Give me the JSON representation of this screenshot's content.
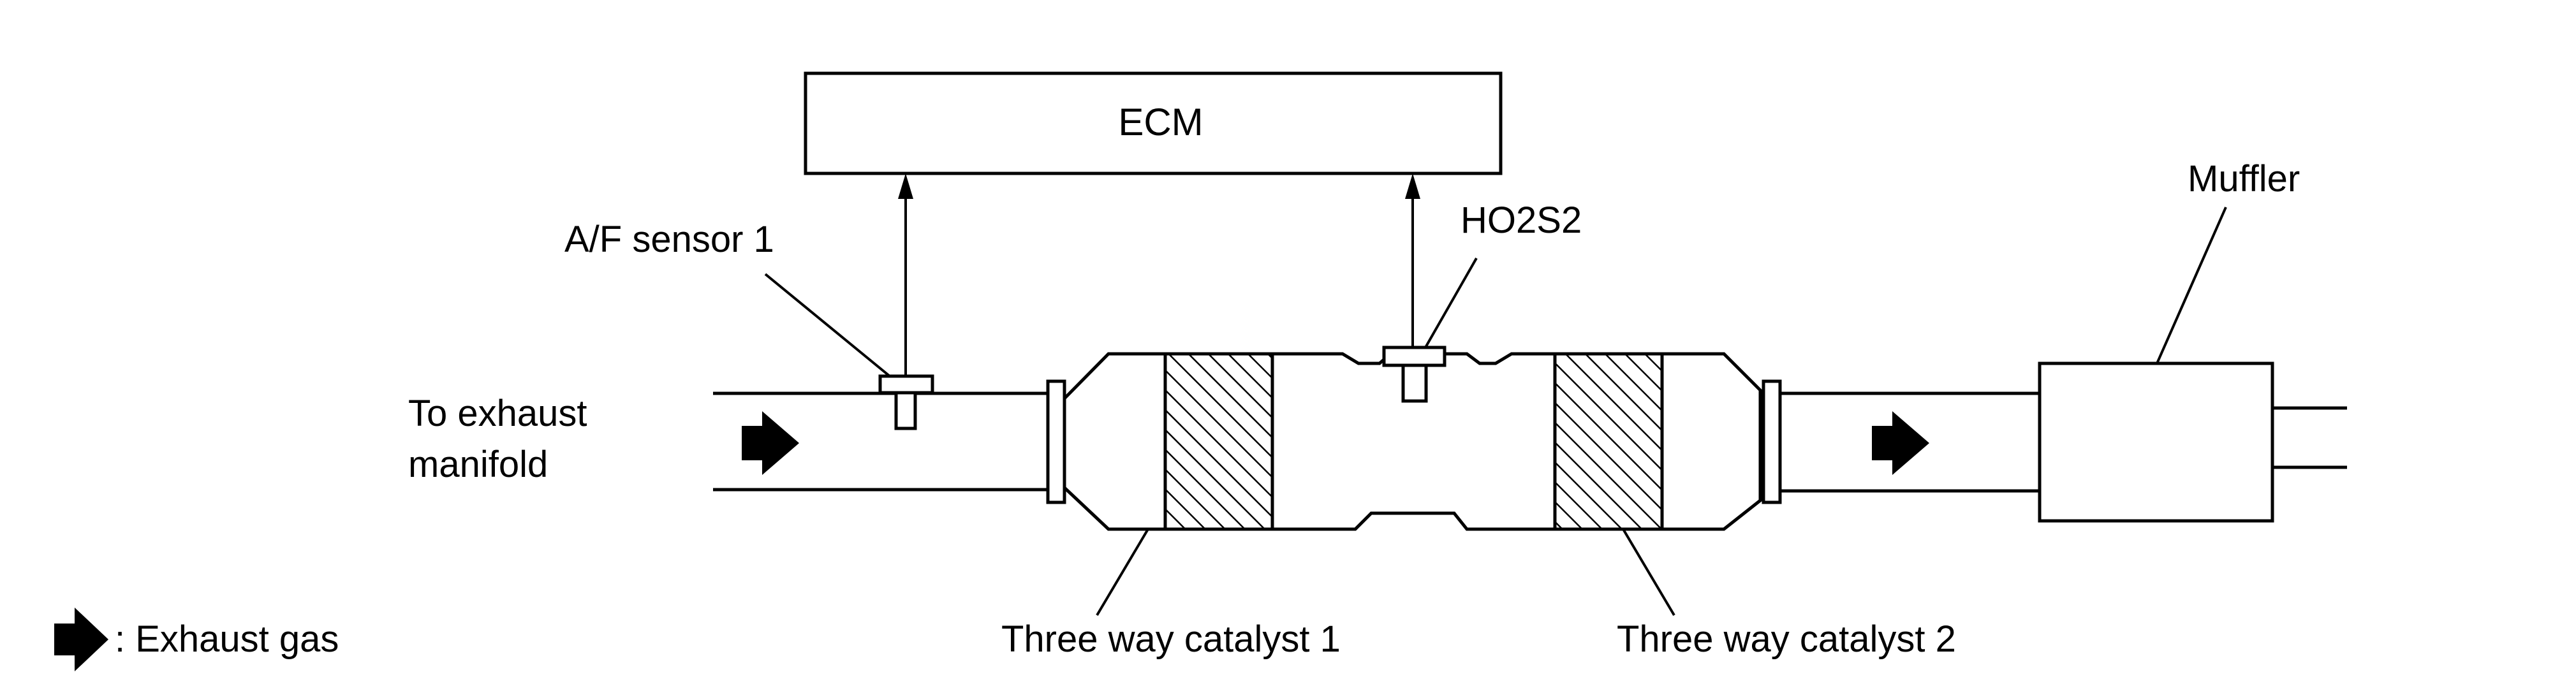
{
  "labels": {
    "ecm": "ECM",
    "af_sensor": "A/F sensor 1",
    "ho2s2": "HO2S2",
    "muffler": "Muffler",
    "to_exhaust_line1": "To exhaust",
    "to_exhaust_line2": "manifold",
    "catalyst1": "Three way catalyst 1",
    "catalyst2": "Three way catalyst 2",
    "legend": ": Exhaust gas"
  }
}
